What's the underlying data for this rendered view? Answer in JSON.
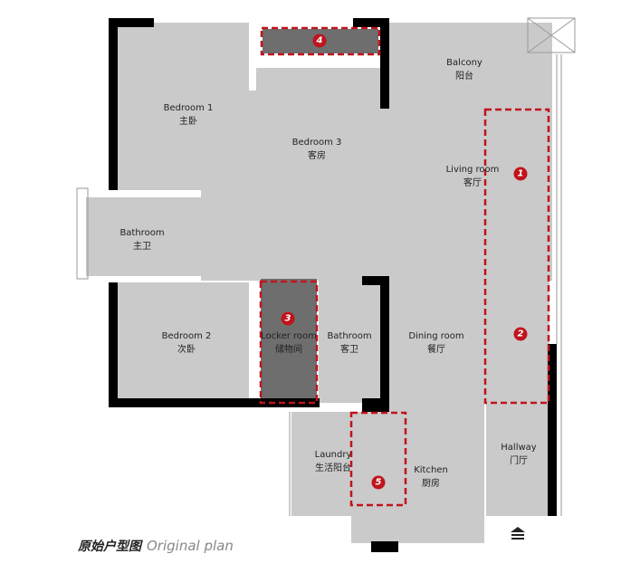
{
  "rooms": [
    {
      "en": "Bedroom 1",
      "zh": "主卧"
    },
    {
      "en": "Bedroom 3",
      "zh": "客房"
    },
    {
      "en": "Balcony",
      "zh": "阳台"
    },
    {
      "en": "Living room",
      "zh": "客厅"
    },
    {
      "en": "Bathroom",
      "zh": "主卫"
    },
    {
      "en": "Bedroom 2",
      "zh": "次卧"
    },
    {
      "en": "Locker room",
      "zh": "储物间"
    },
    {
      "en": "Bathroom",
      "zh": "客卫"
    },
    {
      "en": "Dining room",
      "zh": "餐厅"
    },
    {
      "en": "Laundry",
      "zh": "生活阳台"
    },
    {
      "en": "Kitchen",
      "zh": "厨房"
    },
    {
      "en": "Hallway",
      "zh": "门厅"
    }
  ],
  "markers": [
    "1",
    "2",
    "3",
    "4",
    "5"
  ],
  "caption": {
    "zh": "原始户型图",
    "en": "Original plan"
  },
  "colors": {
    "floor": "#cbcaca",
    "highlight": "#6e6e6e",
    "wall": "#000000",
    "marker": "#c0141c"
  }
}
